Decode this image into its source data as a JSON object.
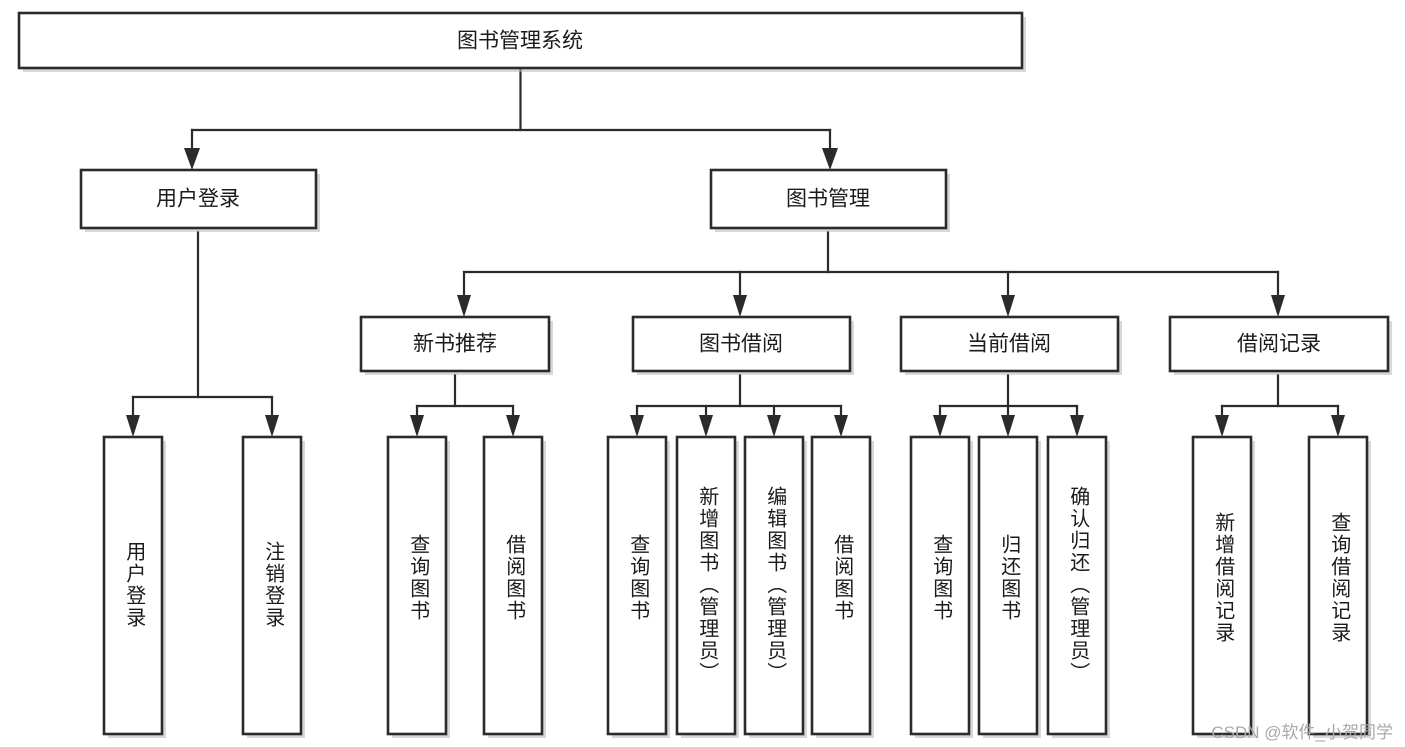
{
  "diagram": {
    "type": "tree",
    "title": "图书管理系统",
    "root": {
      "id": "root",
      "label": "图书管理系统",
      "orientation": "horizontal"
    },
    "level2": [
      {
        "id": "user-login",
        "label": "用户登录",
        "orientation": "horizontal"
      },
      {
        "id": "book-manage",
        "label": "图书管理",
        "orientation": "horizontal"
      }
    ],
    "level3": [
      {
        "id": "new-book-rec",
        "label": "新书推荐",
        "orientation": "horizontal"
      },
      {
        "id": "book-borrow",
        "label": "图书借阅",
        "orientation": "horizontal"
      },
      {
        "id": "current-borrow",
        "label": "当前借阅",
        "orientation": "horizontal"
      },
      {
        "id": "borrow-record",
        "label": "借阅记录",
        "orientation": "horizontal"
      }
    ],
    "leaves": [
      {
        "id": "leaf-user-login",
        "parent": "user-login",
        "label": "用户登录",
        "orientation": "vertical"
      },
      {
        "id": "leaf-logout",
        "parent": "user-login",
        "label": "注销登录",
        "orientation": "vertical"
      },
      {
        "id": "leaf-query-book-1",
        "parent": "new-book-rec",
        "label": "查询图书",
        "orientation": "vertical"
      },
      {
        "id": "leaf-borrow-book-1",
        "parent": "new-book-rec",
        "label": "借阅图书",
        "orientation": "vertical"
      },
      {
        "id": "leaf-query-book-2",
        "parent": "book-borrow",
        "label": "查询图书",
        "orientation": "vertical"
      },
      {
        "id": "leaf-add-book",
        "parent": "book-borrow",
        "label": "新增图书（管理员）",
        "orientation": "vertical"
      },
      {
        "id": "leaf-edit-book",
        "parent": "book-borrow",
        "label": "编辑图书（管理员）",
        "orientation": "vertical"
      },
      {
        "id": "leaf-borrow-book-2",
        "parent": "book-borrow",
        "label": "借阅图书",
        "orientation": "vertical"
      },
      {
        "id": "leaf-query-book-3",
        "parent": "current-borrow",
        "label": "查询图书",
        "orientation": "vertical"
      },
      {
        "id": "leaf-return-book",
        "parent": "current-borrow",
        "label": "归还图书",
        "orientation": "vertical"
      },
      {
        "id": "leaf-confirm-return",
        "parent": "current-borrow",
        "label": "确认归还（管理员）",
        "orientation": "vertical"
      },
      {
        "id": "leaf-add-record",
        "parent": "borrow-record",
        "label": "新增借阅记录",
        "orientation": "vertical"
      },
      {
        "id": "leaf-query-record",
        "parent": "borrow-record",
        "label": "查询借阅记录",
        "orientation": "vertical"
      }
    ],
    "colors": {
      "box_stroke": "#2b2b2b",
      "box_fill": "#ffffff",
      "line": "#2b2b2b",
      "text": "#1b1b1b",
      "watermark": "#a9a9a9",
      "background": "#ffffff"
    }
  },
  "watermark": {
    "text": "CSDN @软件_小贺同学"
  }
}
